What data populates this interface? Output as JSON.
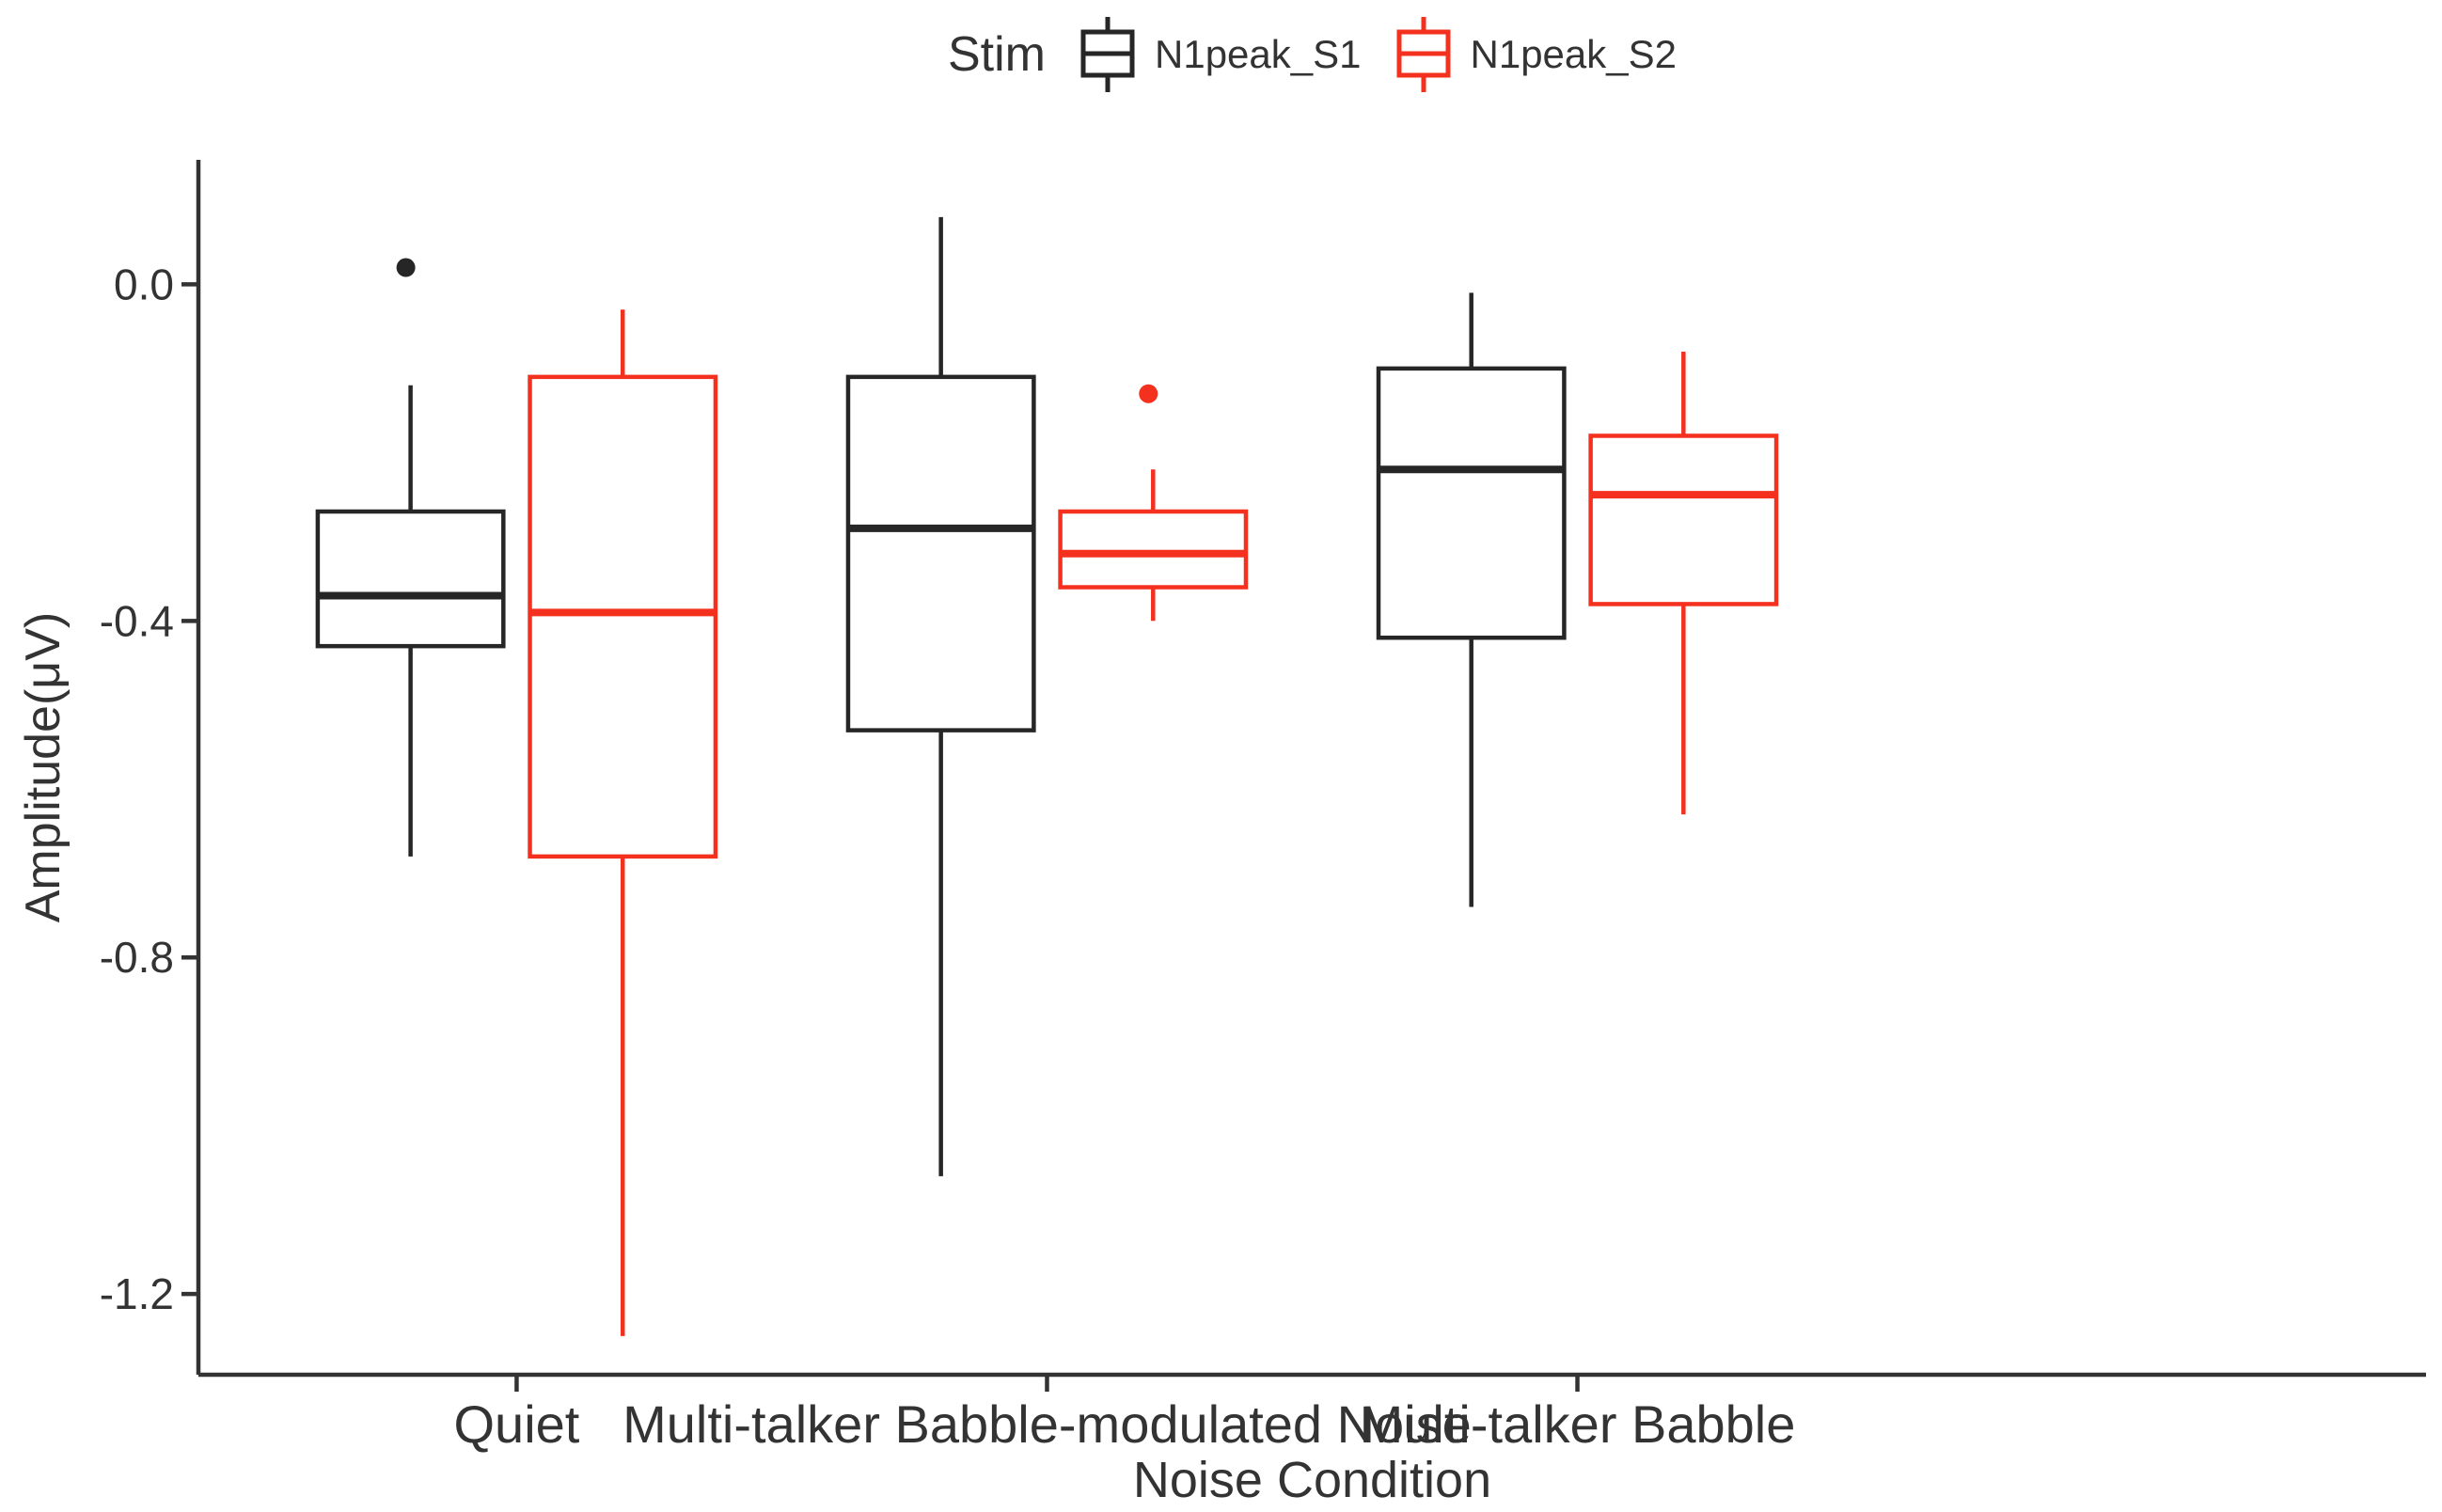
{
  "chart_data": {
    "type": "boxplot",
    "legend_title": "Stim",
    "legend_position": "top",
    "xlabel": "Noise Condition",
    "ylabel": "Amplitude(μV)",
    "categories": [
      "Quiet",
      "Multi-talker Babble-modulated Noise",
      "Multi-talker Babble"
    ],
    "ylim": [
      -1.296,
      0.148
    ],
    "yticks": [
      {
        "value": 0.0,
        "label": "0.0"
      },
      {
        "value": -0.4,
        "label": "-0.4"
      },
      {
        "value": -0.8,
        "label": "-0.8"
      },
      {
        "value": -1.2,
        "label": "-1.2"
      }
    ],
    "grid": "off",
    "colors": {
      "axis": "#333333",
      "text": "#333333",
      "background": "#ffffff"
    },
    "series": [
      {
        "name": "N1peak_S1",
        "color": "#262626",
        "boxes": [
          {
            "category": "Quiet",
            "whisker_low": -0.68,
            "q1": -0.43,
            "median": -0.37,
            "q3": -0.27,
            "whisker_high": -0.12,
            "outliers": [
              0.02
            ]
          },
          {
            "category": "Multi-talker Babble-modulated Noise",
            "whisker_low": -1.06,
            "q1": -0.53,
            "median": -0.29,
            "q3": -0.11,
            "whisker_high": 0.08,
            "outliers": []
          },
          {
            "category": "Multi-talker Babble",
            "whisker_low": -0.74,
            "q1": -0.42,
            "median": -0.22,
            "q3": -0.1,
            "whisker_high": -0.01,
            "outliers": []
          }
        ]
      },
      {
        "name": "N1peak_S2",
        "color": "#f4301f",
        "boxes": [
          {
            "category": "Quiet",
            "whisker_low": -1.25,
            "q1": -0.68,
            "median": -0.39,
            "q3": -0.11,
            "whisker_high": -0.03,
            "outliers": []
          },
          {
            "category": "Multi-talker Babble-modulated Noise",
            "whisker_low": -0.4,
            "q1": -0.36,
            "median": -0.32,
            "q3": -0.27,
            "whisker_high": -0.22,
            "outliers": [
              -0.13
            ]
          },
          {
            "category": "Multi-talker Babble",
            "whisker_low": -0.63,
            "q1": -0.38,
            "median": -0.25,
            "q3": -0.18,
            "whisker_high": -0.08,
            "outliers": []
          }
        ]
      }
    ]
  }
}
